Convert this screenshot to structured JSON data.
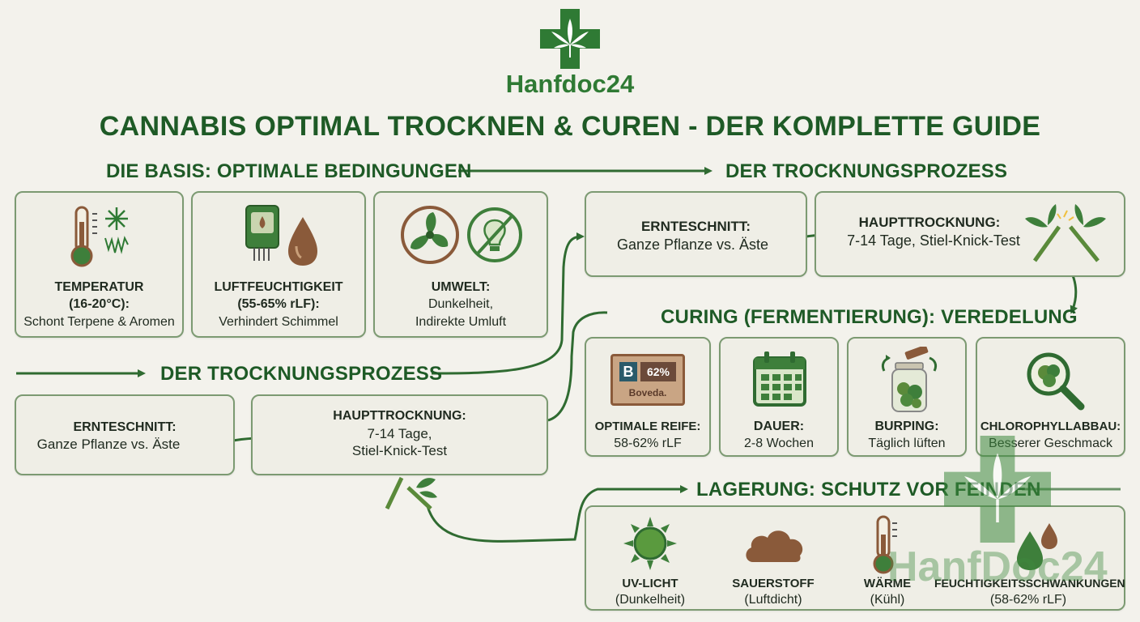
{
  "brand": {
    "name": "Hanfdoc24",
    "watermark": "HanfDoc24"
  },
  "title": "CANNABIS OPTIMAL TROCKNEN & CUREN - DER KOMPLETTE GUIDE",
  "colors": {
    "primary": "#1e5a26",
    "accent": "#3e8a3e",
    "card_bg": "#efeee6",
    "border": "#7c9a72",
    "brown": "#8a5a3a"
  },
  "basis": {
    "heading": "DIE BASIS: OPTIMALE BEDINGUNGEN",
    "cards": [
      {
        "icon": "thermometer-snowflake-icon",
        "title": "TEMPERATUR",
        "title2": "(16-20°C):",
        "text": "Schont Terpene & Aromen"
      },
      {
        "icon": "hygrometer-droplet-icon",
        "title": "LUFTFEUCHTIGKEIT",
        "title2": "(55-65% rLF):",
        "text": "Verhindert Schimmel"
      },
      {
        "icon": "fan-no-light-icon",
        "title": "UMWELT:",
        "text": "Dunkelheit,",
        "text2": "Indirekte Umluft"
      }
    ]
  },
  "trocknung_left": {
    "heading": "DER TROCKNUNGSPROZESS",
    "ernteschnitt": {
      "title": "ERNTESCHNITT:",
      "text": "Ganze Pflanze vs. Äste"
    },
    "haupttrocknung": {
      "title": "HAUPTTROCKNUNG:",
      "text": "7-14 Tage,",
      "text2": "Stiel-Knick-Test"
    }
  },
  "trocknung_right": {
    "heading": "DER TROCKNUNGSPROZESS",
    "ernteschnitt": {
      "title": "ERNTESCHNITT:",
      "text": "Ganze Pflanze vs. Äste"
    },
    "haupttrocknung": {
      "title": "HAUPTTROCKNUNG:",
      "text": "7-14 Tage, Stiel-Knick-Test"
    }
  },
  "curing": {
    "heading": "CURING (FERMENTIERUNG): VEREDELUNG",
    "cards": [
      {
        "icon": "boveda-pack-icon",
        "badge_letter": "B",
        "badge_value": "62%",
        "badge_brand": "Boveda.",
        "title": "OPTIMALE REIFE:",
        "text": "58-62% rLF"
      },
      {
        "icon": "calendar-icon",
        "title": "DAUER:",
        "text": "2-8 Wochen"
      },
      {
        "icon": "jar-burping-icon",
        "title": "BURPING:",
        "text": "Täglich lüften"
      },
      {
        "icon": "magnifier-bud-icon",
        "title": "CHLOROPHYLLABBAU:",
        "text": "Besserer Geschmack"
      }
    ]
  },
  "lagerung": {
    "heading": "LAGERUNG: SCHUTZ VOR FEINDEN",
    "items": [
      {
        "icon": "sun-icon",
        "title": "UV-LICHT",
        "text": "(Dunkelheit)"
      },
      {
        "icon": "cloud-icon",
        "title": "SAUERSTOFF",
        "text": "(Luftdicht)"
      },
      {
        "icon": "thermometer-icon",
        "title": "WÄRME",
        "text": "(Kühl)"
      },
      {
        "icon": "droplets-icon",
        "title": "FEUCHTIGKEITSSCHWANKUNGEN",
        "text": "(58-62% rLF)"
      }
    ]
  }
}
